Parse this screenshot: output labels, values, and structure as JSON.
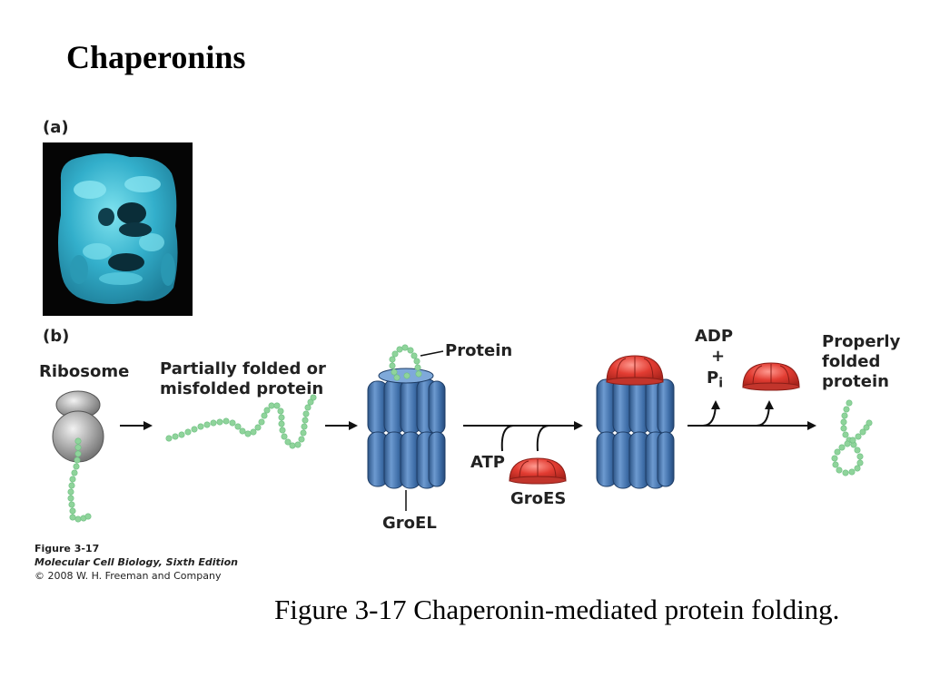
{
  "slide": {
    "title": "Chaperonins",
    "caption": "Figure 3-17  Chaperonin-mediated protein folding."
  },
  "figure": {
    "panel_a_label": "(a)",
    "panel_b_label": "(b)",
    "labels": {
      "ribosome": "Ribosome",
      "partially_folded_line1": "Partially folded or",
      "partially_folded_line2": "misfolded protein",
      "protein": "Protein",
      "groel": "GroEL",
      "atp": "ATP",
      "groes": "GroES",
      "adp": "ADP",
      "plus": "+",
      "pi_main": "P",
      "pi_sub": "i",
      "properly_line1": "Properly",
      "properly_line2": "folded",
      "properly_line3": "protein"
    },
    "credit": {
      "figure_number": "Figure 3-17",
      "book": "Molecular Cell Biology, Sixth Edition",
      "copyright": "© 2008 W. H. Freeman and Company"
    },
    "colors": {
      "groel_blue": "#3f6ea8",
      "groes_red": "#e23c32",
      "protein_green": "#8fd49b",
      "ribosome_gray": "#a9a9a9",
      "micrograph_cyan": "#3ab6d0"
    }
  }
}
